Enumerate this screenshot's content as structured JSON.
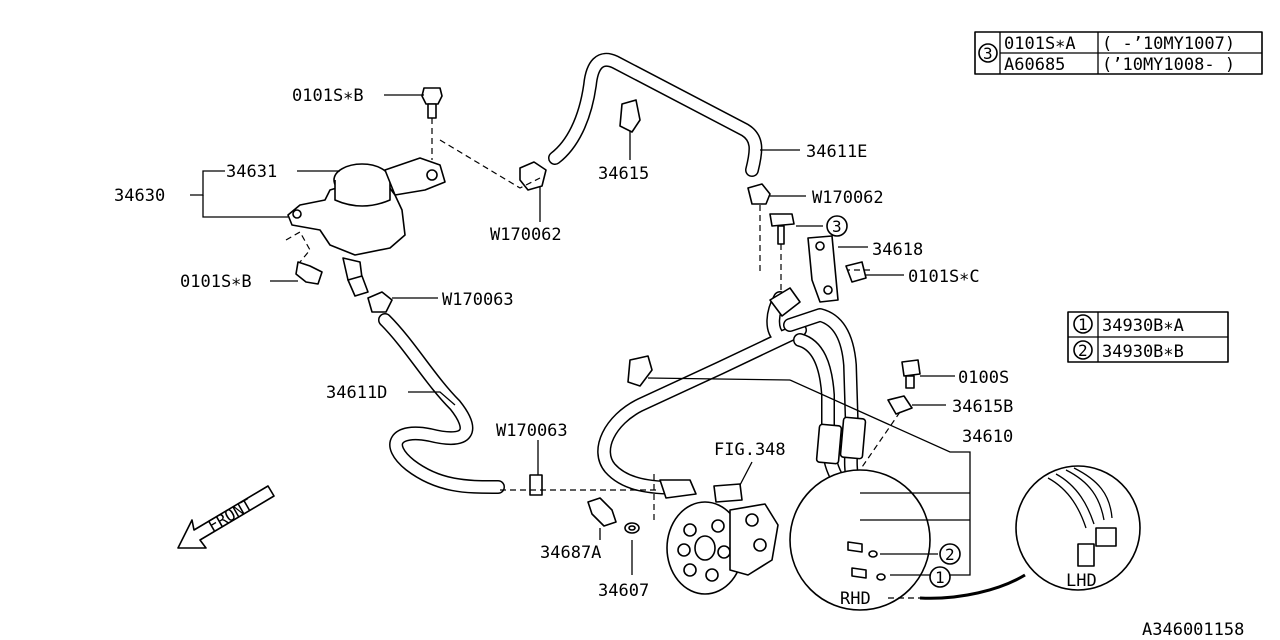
{
  "labels": {
    "p0101s_b_top": "0101S∗B",
    "p34631": "34631",
    "p34630": "34630",
    "p0101s_b_left": "0101S∗B",
    "w170063_a": "W170063",
    "p34611d": "34611D",
    "w170063_b": "W170063",
    "w170062_left": "W170062",
    "p34615": "34615",
    "p34611e": "34611E",
    "w170062_right": "W170062",
    "p34618": "34618",
    "p0101s_c": "0101S∗C",
    "p0100s": "0100S",
    "p34615b": "34615B",
    "p34610": "34610",
    "fig348": "FIG.348",
    "p34687a": "34687A",
    "p34607": "34607",
    "front": "FRONT",
    "rhd": "RHD",
    "lhd": "LHD",
    "diagram_id": "A346001158",
    "callout_1": "1",
    "callout_2": "2",
    "callout_3": "3"
  },
  "table_top": {
    "ref": "3",
    "rows": [
      {
        "part": "0101S∗A",
        "range": "( -’10MY1007)"
      },
      {
        "part": "A60685",
        "range": "(’10MY1008- )"
      }
    ]
  },
  "table_right": {
    "rows": [
      {
        "ref": "1",
        "part": "34930B∗A"
      },
      {
        "ref": "2",
        "part": "34930B∗B"
      }
    ]
  }
}
